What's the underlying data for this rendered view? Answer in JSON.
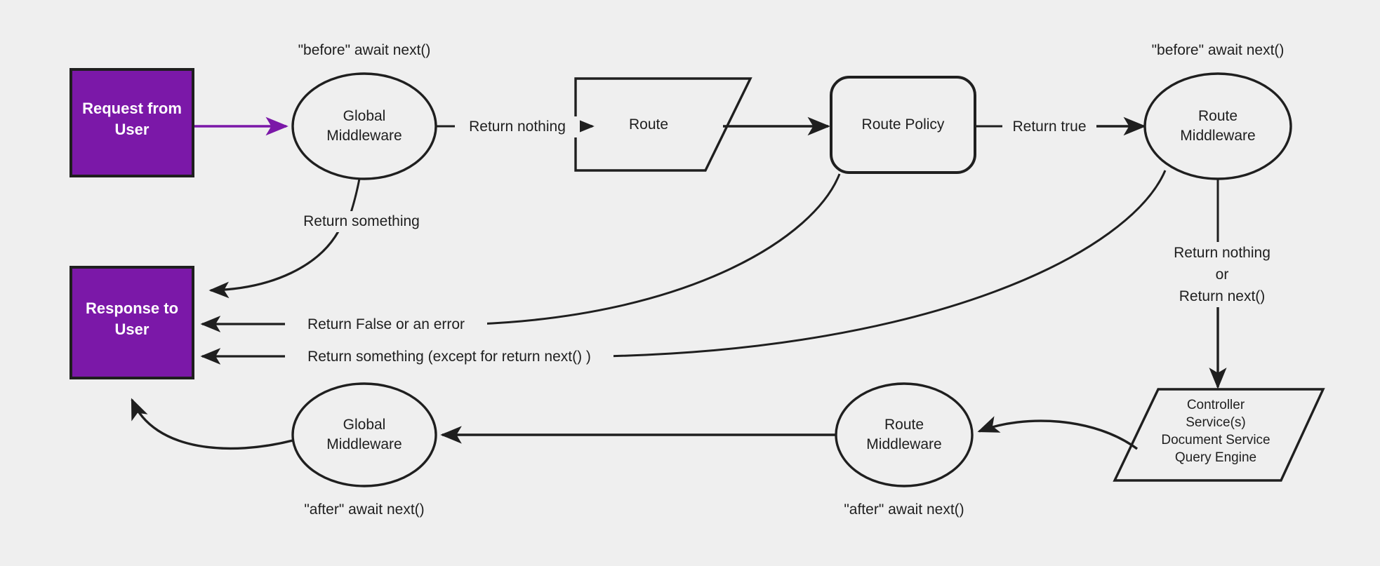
{
  "diagram": {
    "background_color": "#efefef",
    "stroke_color": "#1f1f1f",
    "accent_color": "#7b18a8",
    "terminal_text_color": "#ffffff"
  },
  "nodes": {
    "request": {
      "label": "Request from\nUser",
      "shape": "rect-filled"
    },
    "response": {
      "label": "Response to\nUser",
      "shape": "rect-filled"
    },
    "global_mw_before": {
      "label": "Global\nMiddleware",
      "shape": "ellipse"
    },
    "route": {
      "label": "Route",
      "shape": "parallelogram"
    },
    "route_policy": {
      "label": "Route Policy",
      "shape": "rounded-rect"
    },
    "route_mw_before": {
      "label": "Route\nMiddleware",
      "shape": "ellipse"
    },
    "controller": {
      "label": "Controller\nService(s)\nDocument Service\nQuery Engine",
      "shape": "parallelogram"
    },
    "route_mw_after": {
      "label": "Route\nMiddleware",
      "shape": "ellipse"
    },
    "global_mw_after": {
      "label": "Global\nMiddleware",
      "shape": "ellipse"
    }
  },
  "annotations": {
    "before_global": "\"before\" await next()",
    "before_route_mw": "\"before\" await next()",
    "after_global": "\"after\" await next()",
    "after_route_mw": "\"after\" await next()"
  },
  "edges": {
    "return_nothing": "Return nothing",
    "return_true": "Return true",
    "return_something_global": "Return something",
    "return_false_or_error": "Return False or an error",
    "return_something_except": "Return something (except for return next() )",
    "return_nothing_or_next": "Return nothing\nor\nReturn next()"
  }
}
